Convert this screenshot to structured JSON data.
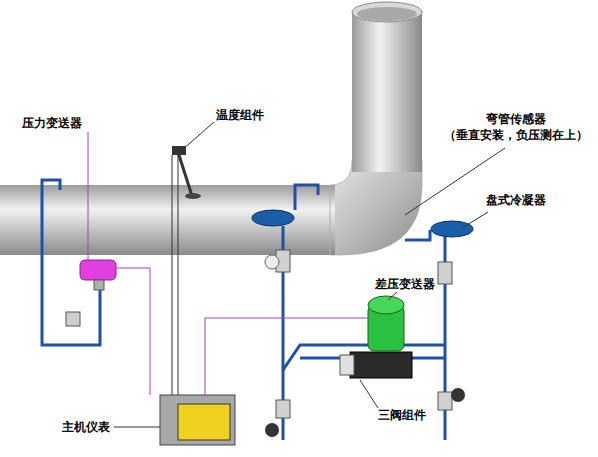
{
  "diagram": {
    "labels": [
      "压力变送器",
      "温度组件",
      "弯管传感器",
      "（垂直安装，负压测在上）",
      "盘式冷凝器",
      "差压变送器",
      "三阀组件",
      "主机仪表"
    ]
  }
}
